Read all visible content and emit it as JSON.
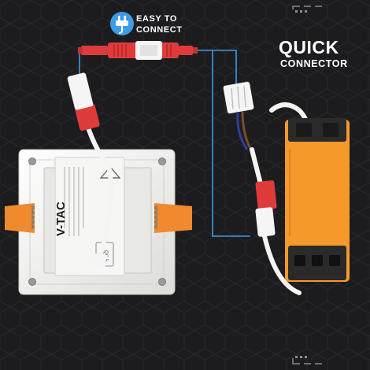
{
  "callout_easy": {
    "line_1": "EASY TO",
    "line_2": "CONNECT"
  },
  "callout_quick": {
    "line_1": "QUICK",
    "line_2": "CONNECTOR"
  },
  "panel_label": {
    "brand": "V-TAC",
    "qc_stamp": "QC 5",
    "qc_status": "Passed"
  },
  "icon_names": [
    "plug-icon",
    "corner-bracket-icon"
  ],
  "colors": {
    "background": "#1c1c1e",
    "accent_blue": "#3f9ae8",
    "driver_orange": "#f59a2a",
    "clip_orange": "#f08a2e",
    "connector_red": "#e03b3b",
    "panel_white": "#f2f2f0"
  }
}
